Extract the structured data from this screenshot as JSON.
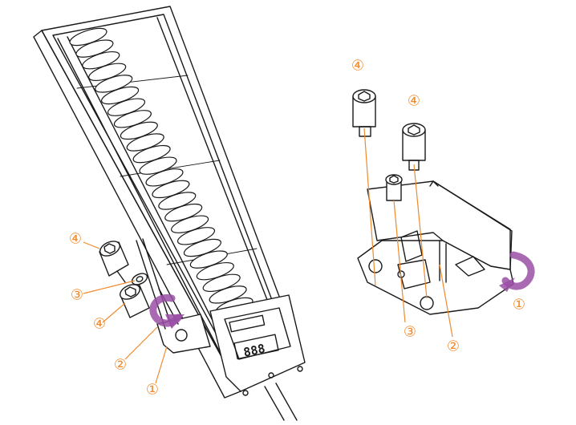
{
  "colors": {
    "callout": "#f08a2c",
    "arrow": "#9a4fa6",
    "line": "#1a1a1a"
  },
  "left_assembly": {
    "callouts": {
      "bracket": "①",
      "washer": "③",
      "screw_lower": "④",
      "screw_upper": "④",
      "bracket_plate": "②"
    },
    "display_digits": "888",
    "icon": "rotate-arrow-icon"
  },
  "right_assembly": {
    "callouts": {
      "screw_left": "④",
      "screw_right": "④",
      "washer": "③",
      "bracket_plate": "②",
      "bracket": "①"
    },
    "icon": "rotate-arrow-icon"
  }
}
